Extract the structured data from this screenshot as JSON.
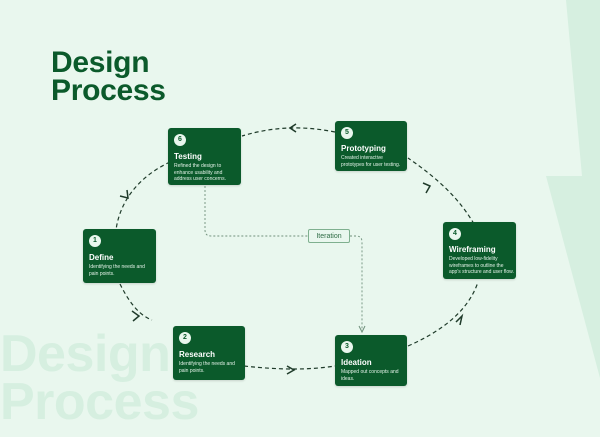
{
  "title": {
    "line1": "Design",
    "line2": "Process"
  },
  "watermark": {
    "line1": "Design",
    "line2": "Process"
  },
  "steps": [
    {
      "number": "1",
      "title": "Define",
      "description": "Identifying the needs and pain points."
    },
    {
      "number": "2",
      "title": "Research",
      "description": "Identifying the needs and pain points."
    },
    {
      "number": "3",
      "title": "Ideation",
      "description": "Mapped out concepts and ideas."
    },
    {
      "number": "4",
      "title": "Wireframing",
      "description": "Developed low-fidelity wireframes to outline the app's structure and user flow."
    },
    {
      "number": "5",
      "title": "Prototyping",
      "description": "Created interactive prototypes for user testing."
    },
    {
      "number": "6",
      "title": "Testing",
      "description": "Refined the design to enhance usability and address user concerns."
    }
  ],
  "iteration_label": "Iteration",
  "colors": {
    "background": "#e9f7ee",
    "card": "#0b5a2b",
    "accent_light": "#d6efe0",
    "connector": "#1f3b2a"
  }
}
